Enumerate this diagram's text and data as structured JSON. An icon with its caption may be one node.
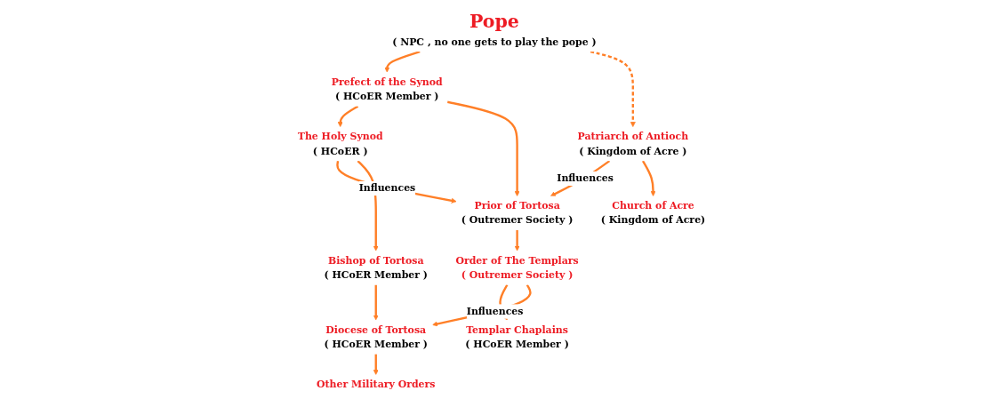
{
  "diagram": {
    "nodes": [
      {
        "text": [
          "Pope",
          "( NPC , no one gets to play the pope )"
        ]
      },
      {
        "text": [
          "Prefect of the Synod",
          "( HCoER Member )"
        ]
      },
      {
        "text": [
          "The Holy Synod",
          "( HCoER )"
        ]
      },
      {
        "text": [
          "Patriarch of Antioch",
          "( Kingdom of Acre )"
        ]
      },
      {
        "text": [
          "Prior of Tortosa",
          "( Outremer Society )"
        ]
      },
      {
        "text": [
          "Bishop of Tortosa",
          "( HCoER Member )"
        ]
      },
      {
        "text": [
          "Order of The Templars",
          "( Outremer Society )"
        ]
      },
      {
        "text": [
          "Church of Acre",
          "( Kingdom of Acre)"
        ]
      },
      {
        "text": [
          "Diocese of Tortosa",
          "( HCoER Member )"
        ]
      },
      {
        "text": [
          "Templar Chaplains",
          "( HCoER Member )"
        ]
      },
      {
        "text": [
          "Other Military Orders"
        ]
      }
    ],
    "edges": [
      {
        "from": 0,
        "to": 1,
        "arrow": "to"
      },
      {
        "from": 0,
        "to": 3,
        "arrow": "to",
        "style": "dashed"
      },
      {
        "from": 1,
        "to": 2,
        "arrow": "to"
      },
      {
        "from": 1,
        "to": 4,
        "arrow": "to"
      },
      {
        "from": 2,
        "to": 4,
        "arrow": "to",
        "label": "Influences"
      },
      {
        "from": 2,
        "to": 5,
        "arrow": "to"
      },
      {
        "from": 3,
        "to": 4,
        "arrow": "to",
        "label": "Influences"
      },
      {
        "from": 3,
        "to": 7,
        "arrow": "to"
      },
      {
        "from": 4,
        "to": 6,
        "arrow": "to"
      },
      {
        "from": 5,
        "to": 8,
        "arrow": "to"
      },
      {
        "from": 6,
        "to": 9,
        "arrow": "to"
      },
      {
        "from": 6,
        "to": 8,
        "arrow": "to",
        "label": "Influences"
      },
      {
        "from": 8,
        "to": 10,
        "arrow": "to"
      }
    ]
  }
}
